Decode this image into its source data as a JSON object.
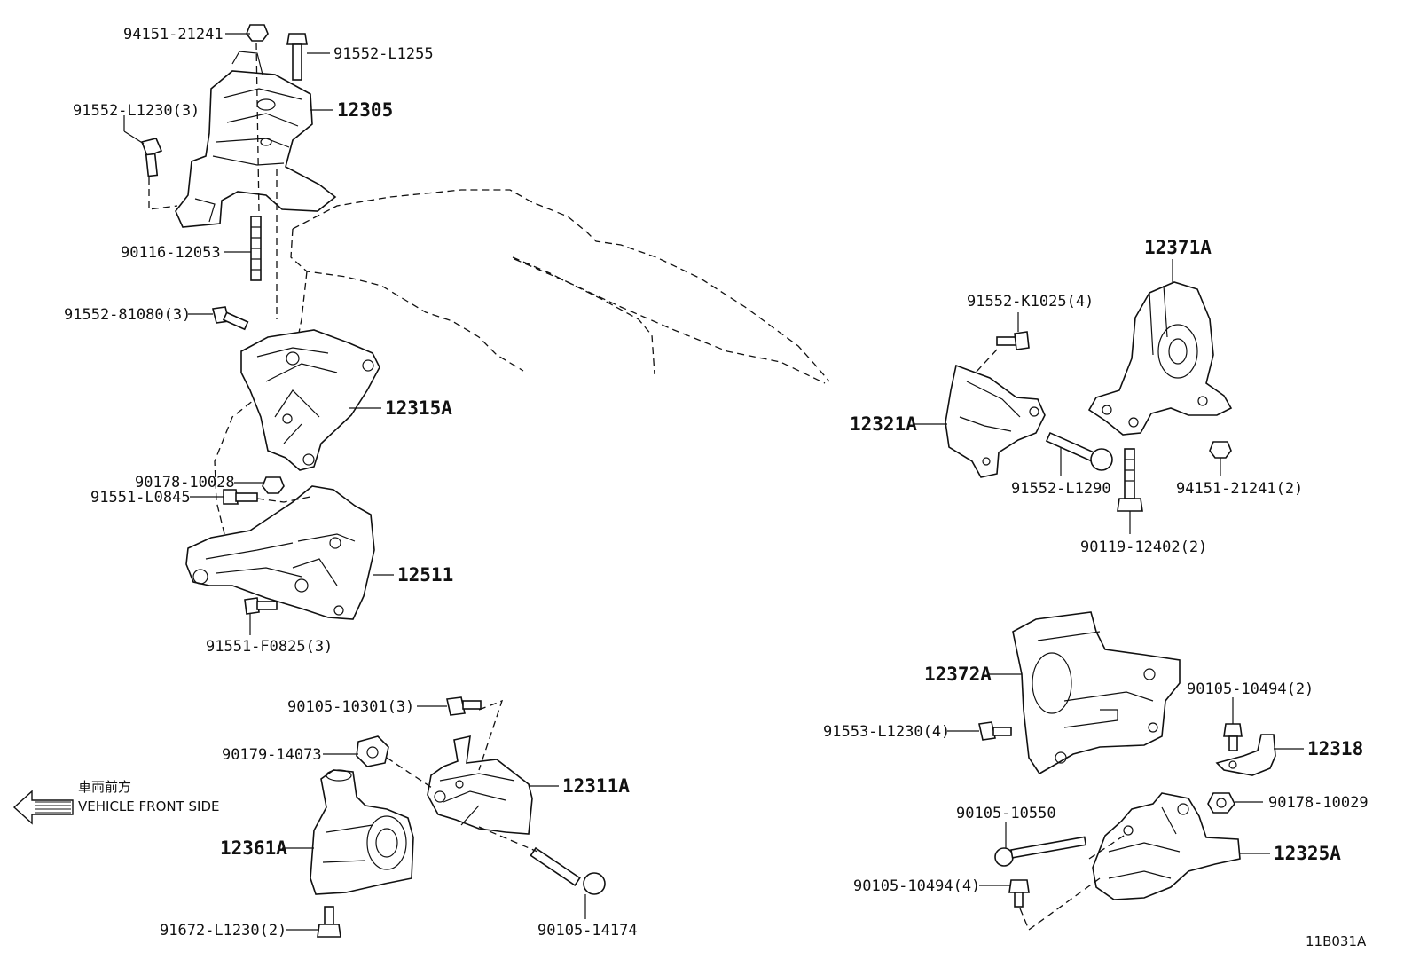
{
  "parts": [
    {
      "id": "p94151_21241",
      "label": "94151-21241"
    },
    {
      "id": "p91552_L1255",
      "label": "91552-L1255"
    },
    {
      "id": "p91552_L1230_3",
      "label": "91552-L1230(3)"
    },
    {
      "id": "p12305",
      "label": "12305"
    },
    {
      "id": "p90116_12053",
      "label": "90116-12053"
    },
    {
      "id": "p91552_81080_3",
      "label": "91552-81080(3)"
    },
    {
      "id": "p12315A",
      "label": "12315A"
    },
    {
      "id": "p90178_10028",
      "label": "90178-10028"
    },
    {
      "id": "p91551_L0845",
      "label": "91551-L0845"
    },
    {
      "id": "p12511",
      "label": "12511"
    },
    {
      "id": "p91551_F0825_3",
      "label": "91551-F0825(3)"
    },
    {
      "id": "p90105_10301_3",
      "label": "90105-10301(3)"
    },
    {
      "id": "p90179_14073",
      "label": "90179-14073"
    },
    {
      "id": "p12311A",
      "label": "12311A"
    },
    {
      "id": "p12361A",
      "label": "12361A"
    },
    {
      "id": "p91672_L1230_2",
      "label": "91672-L1230(2)"
    },
    {
      "id": "p90105_14174",
      "label": "90105-14174"
    },
    {
      "id": "p12371A",
      "label": "12371A"
    },
    {
      "id": "p91552_K1025_4",
      "label": "91552-K1025(4)"
    },
    {
      "id": "p12321A",
      "label": "12321A"
    },
    {
      "id": "p91552_L1290",
      "label": "91552-L1290"
    },
    {
      "id": "p94151_21241_2",
      "label": "94151-21241(2)"
    },
    {
      "id": "p90119_12402_2",
      "label": "90119-12402(2)"
    },
    {
      "id": "p12372A",
      "label": "12372A"
    },
    {
      "id": "p90105_10494_2",
      "label": "90105-10494(2)"
    },
    {
      "id": "p91553_L1230_4",
      "label": "91553-L1230(4)"
    },
    {
      "id": "p12318",
      "label": "12318"
    },
    {
      "id": "p90178_10029",
      "label": "90178-10029"
    },
    {
      "id": "p90105_10550",
      "label": "90105-10550"
    },
    {
      "id": "p12325A",
      "label": "12325A"
    },
    {
      "id": "p90105_10494_4",
      "label": "90105-10494(4)"
    }
  ],
  "direction": {
    "japanese": "車両前方",
    "english": "VEHICLE FRONT SIDE"
  },
  "figure_id": "11B031A"
}
